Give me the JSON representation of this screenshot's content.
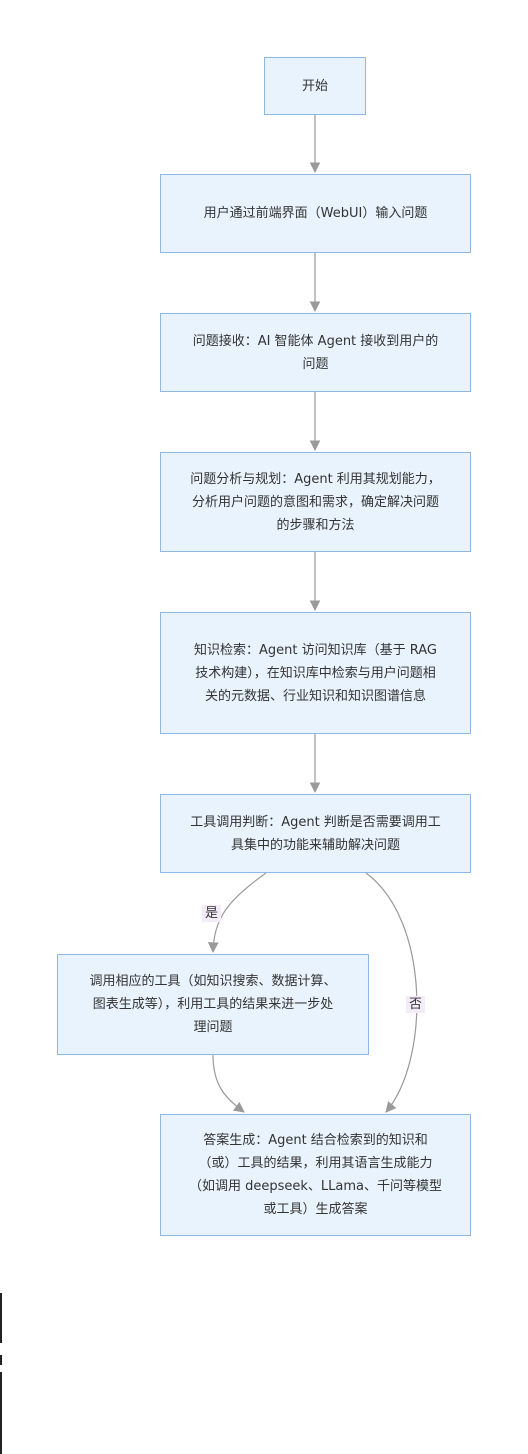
{
  "nodes": {
    "start": "开始",
    "input": "用户通过前端界面（WebUI）输入问题",
    "receive": "问题接收：AI 智能体 Agent 接收到用户的问题",
    "analyze": "问题分析与规划：Agent 利用其规划能力，分析用户问题的意图和需求，确定解决问题的步骤和方法",
    "retrieve": "知识检索：Agent 访问知识库（基于 RAG 技术构建），在知识库中检索与用户问题相关的元数据、行业知识和知识图谱信息",
    "decide": "工具调用判断：Agent 判断是否需要调用工具集中的功能来辅助解决问题",
    "tools": "调用相应的工具（如知识搜索、数据计算、图表生成等），利用工具的结果来进一步处理问题",
    "answer": "答案生成：Agent 结合检索到的知识和（或）工具的结果，利用其语言生成能力（如调用 deepseek、LLama、千问等模型或工具）生成答案"
  },
  "edge_labels": {
    "yes": "是",
    "no": "否"
  },
  "colors": {
    "node_fill": "#e8f3fd",
    "node_border": "#8fb9e3",
    "edge": "#9a9a9a",
    "label_bg": "#f4ecf8"
  }
}
